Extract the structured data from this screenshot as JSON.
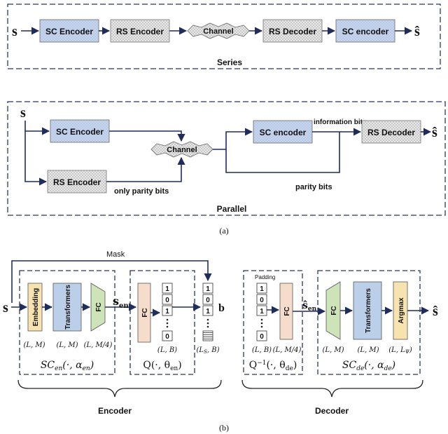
{
  "colors": {
    "arrow": "#1f2d5c",
    "dash": "#2a3560",
    "blue_box": "#c7d6ee",
    "hatch_box": "#e6e6e6",
    "embedding": "#f7e3b0",
    "transformers": "#bccfe8",
    "fc_green": "#cfe3b8",
    "fc_peach": "#f6dccb",
    "argmax": "#f7e3b0"
  },
  "series": {
    "input": "s",
    "sc_encoder": "SC Encoder",
    "rs_encoder": "RS Encoder",
    "channel": "Channel",
    "rs_decoder": "RS Decoder",
    "sc_decoder": "SC encoder",
    "output": "ŝ",
    "caption": "Series"
  },
  "parallel": {
    "input": "s",
    "sc_encoder": "SC Encoder",
    "rs_encoder": "RS Encoder",
    "channel": "Channel",
    "sc_decoder": "SC encoder",
    "rs_decoder": "RS Decoder",
    "output": "ŝ",
    "only_parity": "only parity bits",
    "info_bits": "information bits",
    "parity_bits": "parity bits",
    "caption": "Parallel"
  },
  "label_a": "(a)",
  "label_b": "(b)",
  "detail": {
    "mask": "Mask",
    "input": "s",
    "embedding": "Embedding",
    "transformers": "Transformers",
    "fc": "FC",
    "s_en": "s",
    "s_en_sub": "en",
    "fc_q": "FC",
    "bits_col1": [
      "1",
      "0",
      "1",
      "",
      "0"
    ],
    "bits_col2": [
      "1",
      "0",
      "1",
      "",
      ""
    ],
    "b": "b",
    "dim_embed": "(L, M)",
    "dim_transformers": "(L, M)",
    "dim_fc": "(L, M/4)",
    "dim_q": "(L, B)",
    "dim_ls": "(L",
    "dim_ls_sub": "S",
    "dim_ls_end": ", B)",
    "sc_en_label": "SC",
    "sc_en_sub": "en",
    "sc_en_args": "(·, α",
    "sc_en_args_sub": "en",
    "q_label": "Q(·, θ",
    "q_sub": "en",
    "padding": "Padding",
    "pad_bits": [
      "1",
      "0",
      "1",
      "",
      "0"
    ],
    "fc_pad": "FC",
    "dim_pad": "(L, B)",
    "dim_pad_fc": "(L, M/4)",
    "qinv_label": "Q",
    "qinv_sup": "−1",
    "qinv_args": "(·, θ",
    "qinv_sub": "de",
    "hat_s_en": "ŝ",
    "hat_s_en_sub": "en",
    "fc_de": "FC",
    "transformers_de": "Transformers",
    "argmax": "Argmax",
    "dim_de_fc": "(L, M)",
    "dim_de_tr": "(L, M)",
    "dim_de_arg": "(L, L",
    "dim_de_arg_sub": "Ψ",
    "sc_de_label": "SC",
    "sc_de_sub": "de",
    "sc_de_args": "(·, α",
    "sc_de_args_sub": "de",
    "output": "ŝ",
    "encoder": "Encoder",
    "decoder": "Decoder"
  }
}
